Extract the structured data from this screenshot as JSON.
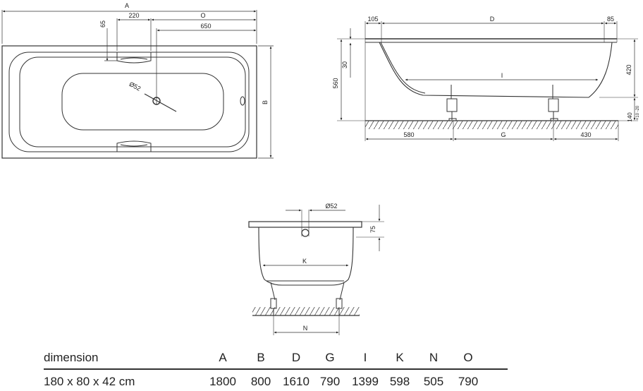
{
  "top_view": {
    "dim_A": "A",
    "dim_220": "220",
    "dim_O": "O",
    "dim_650": "650",
    "dim_65": "65",
    "dim_B": "B",
    "dim_drain": "Ø52"
  },
  "side_view": {
    "dim_105": "105",
    "dim_D": "D",
    "dim_85": "85",
    "dim_I": "I",
    "dim_560": "560",
    "dim_30": "30",
    "dim_420": "420",
    "dim_140": "140",
    "dim_tol": "+10 -20",
    "dim_580": "580",
    "dim_G": "G",
    "dim_430": "430"
  },
  "end_view": {
    "dim_drain": "Ø52",
    "dim_75": "75",
    "dim_K": "K",
    "dim_N": "N"
  },
  "table": {
    "header_label": "dimension",
    "columns": [
      "A",
      "B",
      "D",
      "G",
      "I",
      "K",
      "N",
      "O"
    ],
    "row_label": "180 x 80 x 42 cm",
    "values": [
      "1800",
      "800",
      "1610",
      "790",
      "1399",
      "598",
      "505",
      "790"
    ]
  }
}
